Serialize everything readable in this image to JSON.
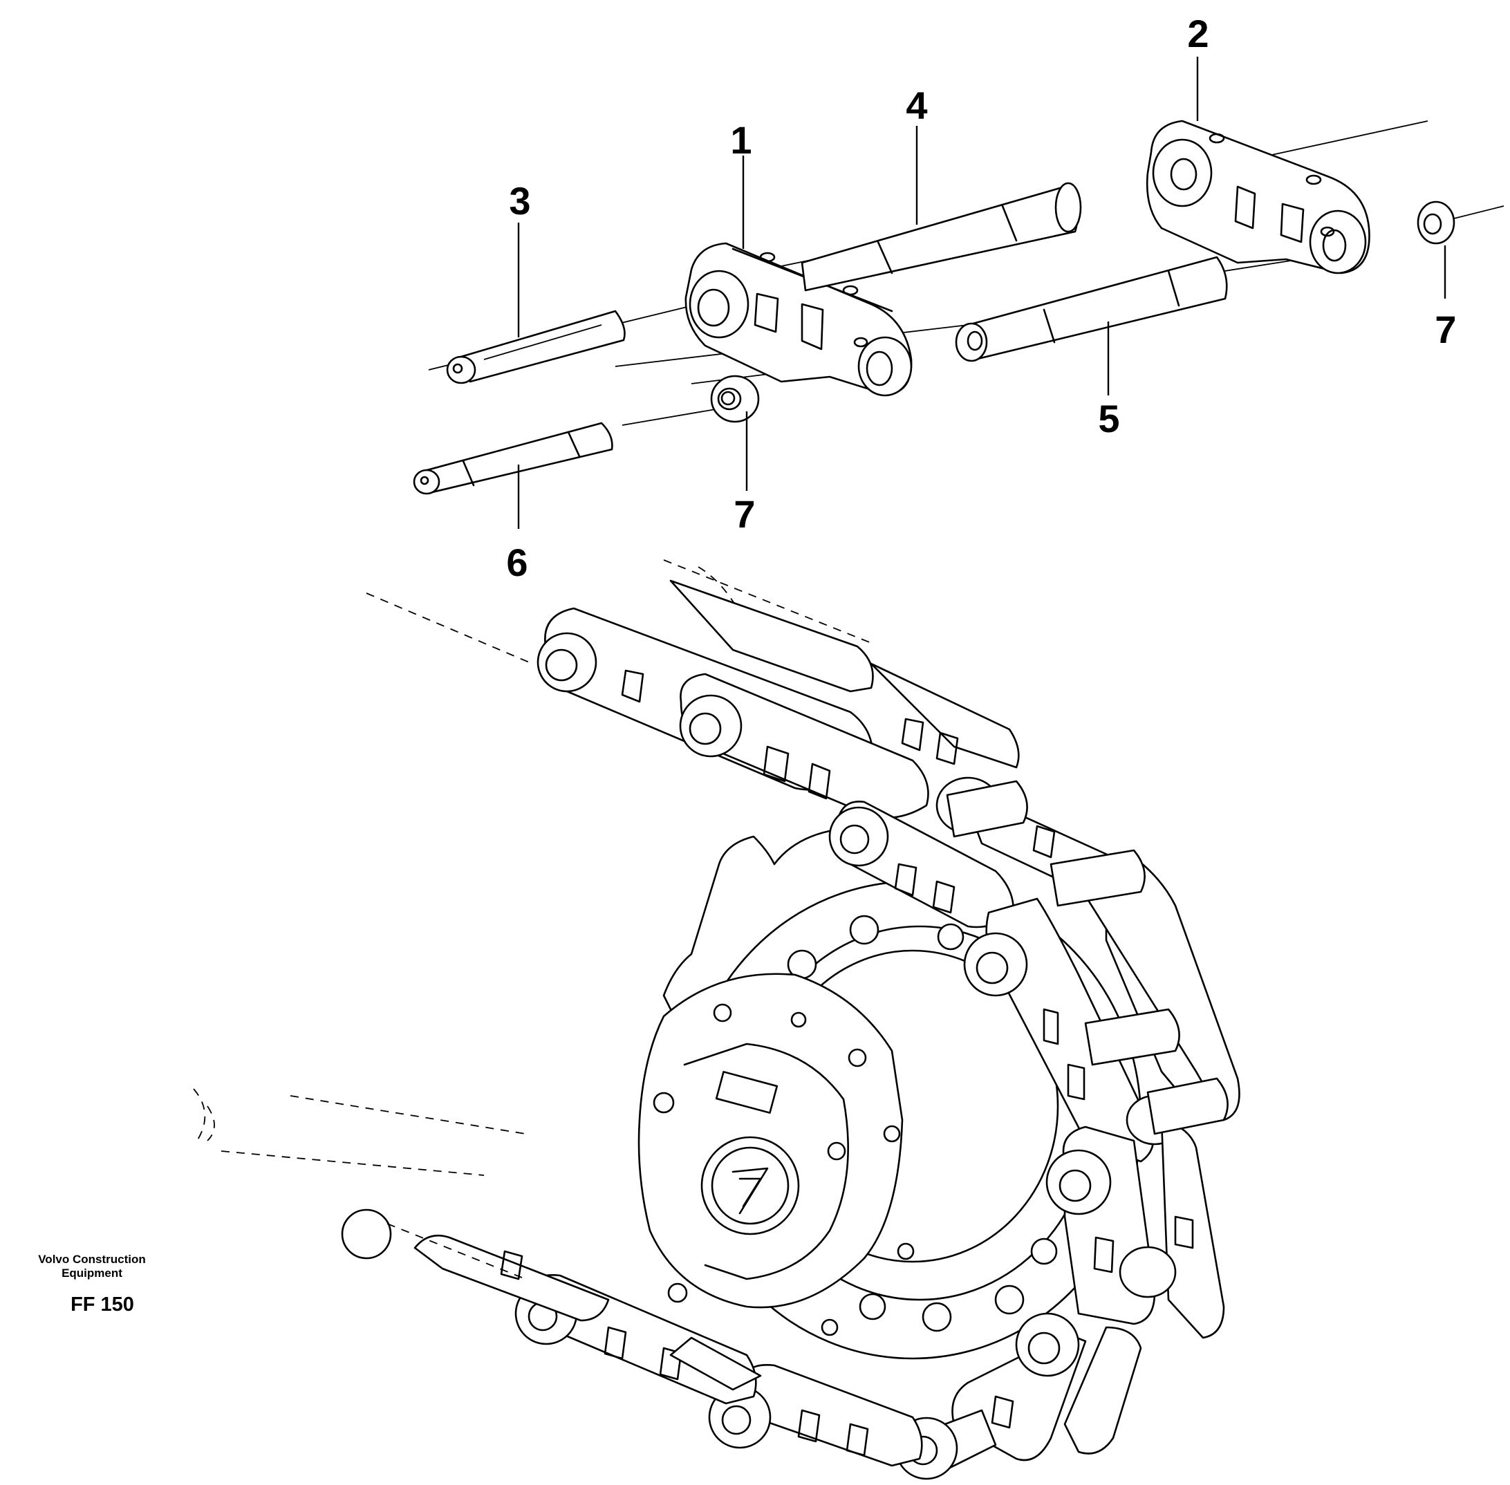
{
  "callouts": {
    "c1": "1",
    "c2": "2",
    "c3": "3",
    "c4": "4",
    "c5": "5",
    "c6": "6",
    "c7a": "7",
    "c7b": "7"
  },
  "footer": {
    "brand_line1": "Volvo Construction",
    "brand_line2": "Equipment",
    "code": "FF 150"
  }
}
